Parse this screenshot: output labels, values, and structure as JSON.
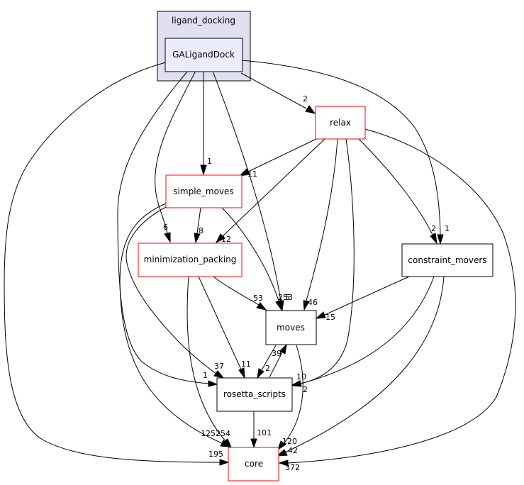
{
  "graph": {
    "cluster": {
      "label": "ligand_docking",
      "fill": "#e0e0f0",
      "stroke": "#000000"
    },
    "nodes": {
      "galiganddock": {
        "label": "GALigandDock",
        "fill": "#ececff",
        "stroke": "#000000"
      },
      "relax": {
        "label": "relax",
        "fill": "#ffffff",
        "stroke": "#ff0000"
      },
      "simple_moves": {
        "label": "simple_moves",
        "fill": "#ffffff",
        "stroke": "#ff0000"
      },
      "minimization_packing": {
        "label": "minimization_packing",
        "fill": "#ffffff",
        "stroke": "#ff0000"
      },
      "constraint_movers": {
        "label": "constraint_movers",
        "fill": "#ffffff",
        "stroke": "#000000"
      },
      "moves": {
        "label": "moves",
        "fill": "#ffffff",
        "stroke": "#000000"
      },
      "rosetta_scripts": {
        "label": "rosetta_scripts",
        "fill": "#ffffff",
        "stroke": "#000000"
      },
      "core": {
        "label": "core",
        "fill": "#ffffff",
        "stroke": "#ff0000"
      }
    },
    "edges": [
      {
        "id": "gald-relax",
        "from": "GALigandDock",
        "to": "relax",
        "label": "2"
      },
      {
        "id": "gald-simple",
        "from": "GALigandDock",
        "to": "simple_moves",
        "label": "1"
      },
      {
        "id": "gald-minpack",
        "from": "GALigandDock",
        "to": "minimization_packing",
        "label": "6"
      },
      {
        "id": "gald-moves",
        "from": "GALigandDock",
        "to": "moves",
        "label": "253"
      },
      {
        "id": "gald-rosetta",
        "from": "GALigandDock",
        "to": "rosetta_scripts",
        "label": "1"
      },
      {
        "id": "gald-constraint",
        "from": "GALigandDock",
        "to": "constraint_movers",
        "label": "1"
      },
      {
        "id": "gald-core",
        "from": "GALigandDock",
        "to": "core",
        "label": "195"
      },
      {
        "id": "relax-simple",
        "from": "relax",
        "to": "simple_moves",
        "label": "11"
      },
      {
        "id": "relax-minpack",
        "from": "relax",
        "to": "minimization_packing",
        "label": "12"
      },
      {
        "id": "relax-constraint",
        "from": "relax",
        "to": "constraint_movers",
        "label": "2"
      },
      {
        "id": "relax-moves",
        "from": "relax",
        "to": "moves",
        "label": "46"
      },
      {
        "id": "relax-rosetta",
        "from": "relax",
        "to": "rosetta_scripts",
        "label": "10"
      },
      {
        "id": "relax-core",
        "from": "relax",
        "to": "core",
        "label": "372"
      },
      {
        "id": "simple-minpack",
        "from": "simple_moves",
        "to": "minimization_packing",
        "label": "8"
      },
      {
        "id": "simple-moves",
        "from": "simple_moves",
        "to": "moves",
        "label": "5"
      },
      {
        "id": "simple-rosetta",
        "from": "simple_moves",
        "to": "rosetta_scripts",
        "label": "37"
      },
      {
        "id": "simple-core",
        "from": "simple_moves",
        "to": "core",
        "label": "125"
      },
      {
        "id": "minpack-moves",
        "from": "minimization_packing",
        "to": "moves",
        "label": "53"
      },
      {
        "id": "minpack-rosetta",
        "from": "minimization_packing",
        "to": "rosetta_scripts",
        "label": "11"
      },
      {
        "id": "minpack-core",
        "from": "minimization_packing",
        "to": "core",
        "label": "254"
      },
      {
        "id": "constraint-moves",
        "from": "constraint_movers",
        "to": "moves",
        "label": "15"
      },
      {
        "id": "constraint-rosetta",
        "from": "constraint_movers",
        "to": "rosetta_scripts",
        "label": "2"
      },
      {
        "id": "constraint-core",
        "from": "constraint_movers",
        "to": "core",
        "label": "42"
      },
      {
        "id": "moves-rosetta",
        "from": "moves",
        "to": "rosetta_scripts",
        "label": "2"
      },
      {
        "id": "moves-core",
        "from": "moves",
        "to": "core",
        "label": "120"
      },
      {
        "id": "rosetta-moves",
        "from": "rosetta_scripts",
        "to": "moves",
        "label": "39"
      },
      {
        "id": "rosetta-core",
        "from": "rosetta_scripts",
        "to": "core",
        "label": "101"
      }
    ]
  }
}
